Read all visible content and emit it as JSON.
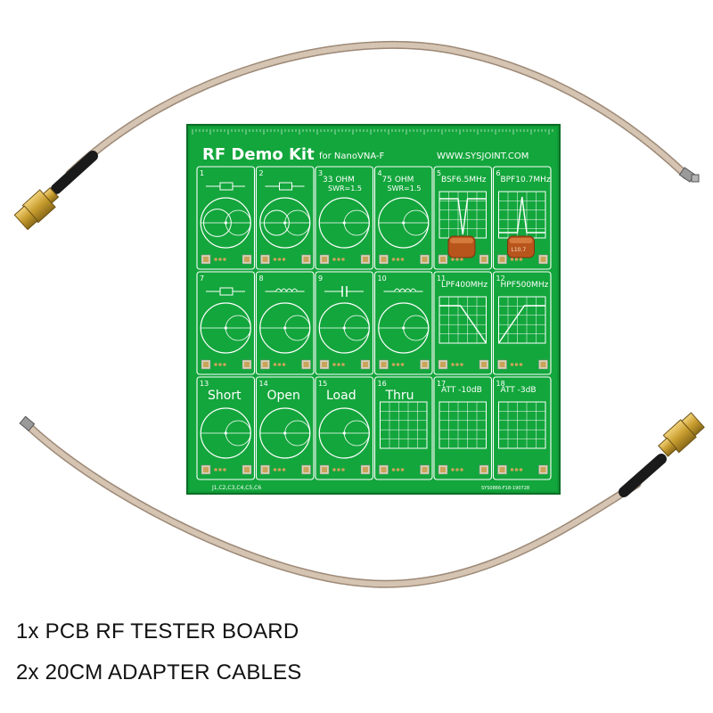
{
  "board": {
    "title": "RF Demo Kit",
    "subtitle": "for NanoVNA-F",
    "website": "WWW.SYSJOINT.COM",
    "serial": "SYS0866-F18-190728",
    "connector_codes": "J1,C2,C3,C4,C5,C6",
    "cells": [
      {
        "num": "1",
        "label": "",
        "sub": "",
        "icon": "rc-circuit-icon",
        "plot": "smith"
      },
      {
        "num": "2",
        "label": "",
        "sub": "",
        "icon": "rlc-circuit-icon",
        "plot": "smith"
      },
      {
        "num": "3",
        "label": "33 OHM",
        "sub": "SWR=1.5",
        "icon": "",
        "plot": "smith"
      },
      {
        "num": "4",
        "label": "75 OHM",
        "sub": "SWR=1.5",
        "icon": "",
        "plot": "smith"
      },
      {
        "num": "5",
        "label": "BSF6.5MHz",
        "sub": "",
        "icon": "ceramic-filter-icon",
        "plot": "grid-notch"
      },
      {
        "num": "6",
        "label": "BPF10.7MHz",
        "sub": "",
        "icon": "ceramic-filter-icon",
        "plot": "grid-peak"
      },
      {
        "num": "7",
        "label": "",
        "sub": "",
        "icon": "resistor-icon",
        "plot": "smith"
      },
      {
        "num": "8",
        "label": "",
        "sub": "",
        "icon": "inductor-icon",
        "plot": "smith"
      },
      {
        "num": "9",
        "label": "",
        "sub": "",
        "icon": "capacitor-icon",
        "plot": "smith"
      },
      {
        "num": "10",
        "label": "",
        "sub": "",
        "icon": "inductor-icon",
        "plot": "smith"
      },
      {
        "num": "11",
        "label": "LPF400MHz",
        "sub": "",
        "icon": "",
        "plot": "grid-lowpass"
      },
      {
        "num": "12",
        "label": "HPF500MHz",
        "sub": "",
        "icon": "",
        "plot": "grid-highpass"
      },
      {
        "num": "13",
        "label": "Short",
        "sub": "",
        "icon": "",
        "plot": "smith"
      },
      {
        "num": "14",
        "label": "Open",
        "sub": "",
        "icon": "",
        "plot": "smith"
      },
      {
        "num": "15",
        "label": "Load",
        "sub": "",
        "icon": "",
        "plot": "smith"
      },
      {
        "num": "16",
        "label": "Thru",
        "sub": "",
        "icon": "",
        "plot": "grid"
      },
      {
        "num": "17",
        "label": "ATT -10dB",
        "sub": "",
        "icon": "",
        "plot": "grid"
      },
      {
        "num": "18",
        "label": "ATT -3dB",
        "sub": "",
        "icon": "",
        "plot": "grid"
      }
    ]
  },
  "filter_marking": "L10.7",
  "captions": {
    "line1": "1x PCB RF TESTER BOARD",
    "line2": "2x 20CM ADAPTER CABLES"
  },
  "colors": {
    "pcb": "#11a23a",
    "pcb_dark": "#0b7f2c",
    "silkscreen": "#ffffff",
    "pad": "#c9a45a",
    "cable": "#c8b6a6",
    "sma_gold": "#c79c2e",
    "filter_orange": "#b8551c"
  }
}
